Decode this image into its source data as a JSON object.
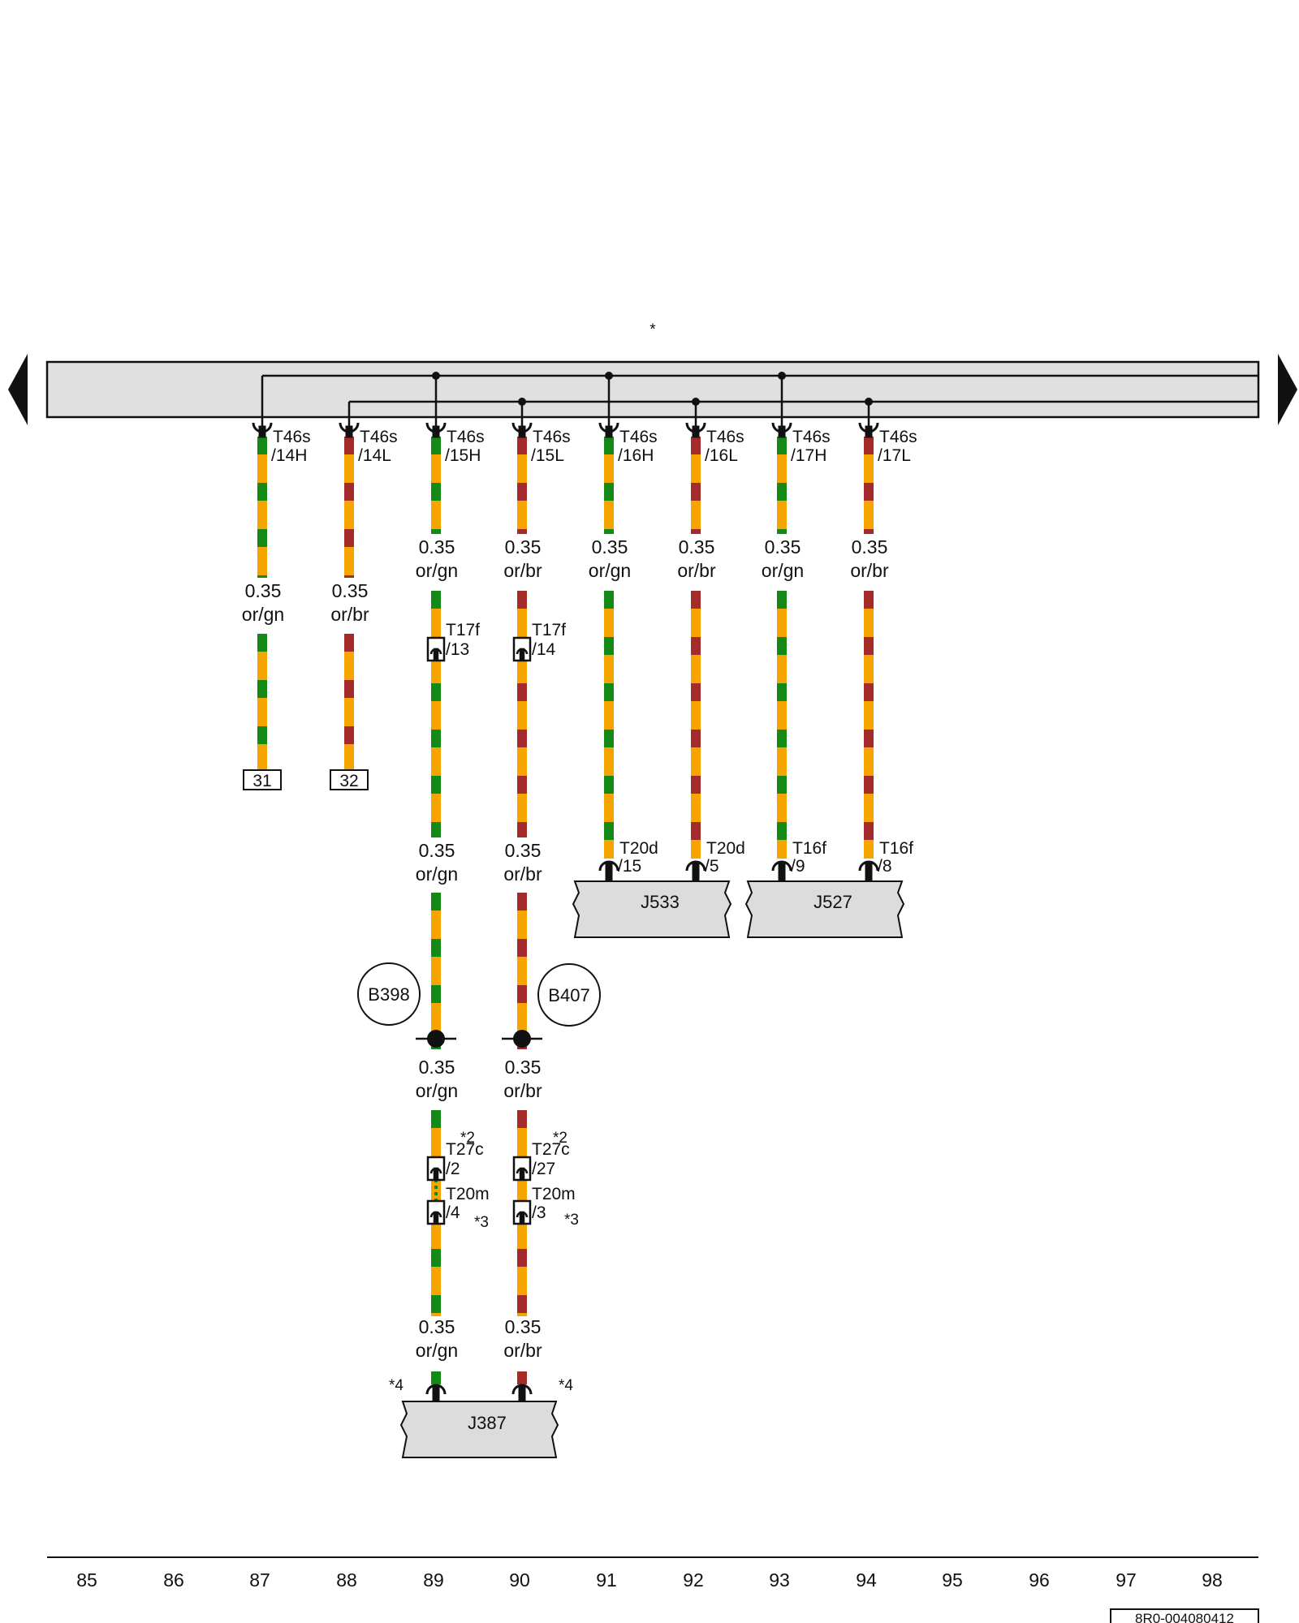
{
  "diagram": {
    "top_note": "*",
    "colors": {
      "orange": "#f5a400",
      "green": "#138a16",
      "brown": "#a52a2a",
      "bus_fill": "#e0e0e0",
      "box_fill": "#dcdcdc",
      "line": "#111111"
    },
    "wires": [
      {
        "id": "w87",
        "color_code": "or/gn",
        "size": "0.35",
        "connector": "T46s",
        "pin": "/14H",
        "end_box": "31"
      },
      {
        "id": "w88",
        "color_code": "or/br",
        "size": "0.35",
        "connector": "T46s",
        "pin": "/14L",
        "end_box": "32"
      },
      {
        "id": "w89",
        "color_code": "or/gn",
        "size": "0.35",
        "connector": "T46s",
        "pin": "/15H"
      },
      {
        "id": "w90",
        "color_code": "or/br",
        "size": "0.35",
        "connector": "T46s",
        "pin": "/15L"
      },
      {
        "id": "w91",
        "color_code": "or/gn",
        "size": "0.35",
        "connector": "T46s",
        "pin": "/16H",
        "end_connector": "T20d",
        "end_pin": "/15"
      },
      {
        "id": "w92",
        "color_code": "or/br",
        "size": "0.35",
        "connector": "T46s",
        "pin": "/16L",
        "end_connector": "T20d",
        "end_pin": "/5"
      },
      {
        "id": "w93",
        "color_code": "or/gn",
        "size": "0.35",
        "connector": "T46s",
        "pin": "/17H",
        "end_connector": "T16f",
        "end_pin": "/9"
      },
      {
        "id": "w94",
        "color_code": "or/br",
        "size": "0.35",
        "connector": "T46s",
        "pin": "/17L",
        "end_connector": "T16f",
        "end_pin": "/8"
      }
    ],
    "inline_connectors": [
      {
        "id": "t17f-13",
        "connector": "T17f",
        "pin": "/13"
      },
      {
        "id": "t17f-14",
        "connector": "T17f",
        "pin": "/14"
      },
      {
        "id": "t27c-2",
        "connector": "T27c",
        "pin": "/2",
        "note": "*2"
      },
      {
        "id": "t27c-27",
        "connector": "T27c",
        "pin": "/27",
        "note": "*2"
      },
      {
        "id": "t20m-4",
        "connector": "T20m",
        "pin": "/4",
        "note": "*3"
      },
      {
        "id": "t20m-3",
        "connector": "T20m",
        "pin": "/3",
        "note": "*3"
      }
    ],
    "nodes": [
      {
        "id": "b398",
        "label": "B398"
      },
      {
        "id": "b407",
        "label": "B407"
      }
    ],
    "components": [
      {
        "id": "j533",
        "label": "J533"
      },
      {
        "id": "j527",
        "label": "J527"
      },
      {
        "id": "j387",
        "label": "J387",
        "note_left": "*4",
        "note_right": "*4"
      }
    ],
    "column_numbers": [
      "85",
      "86",
      "87",
      "88",
      "89",
      "90",
      "91",
      "92",
      "93",
      "94",
      "95",
      "96",
      "97",
      "98"
    ],
    "document_number": "8R0-004080412"
  }
}
